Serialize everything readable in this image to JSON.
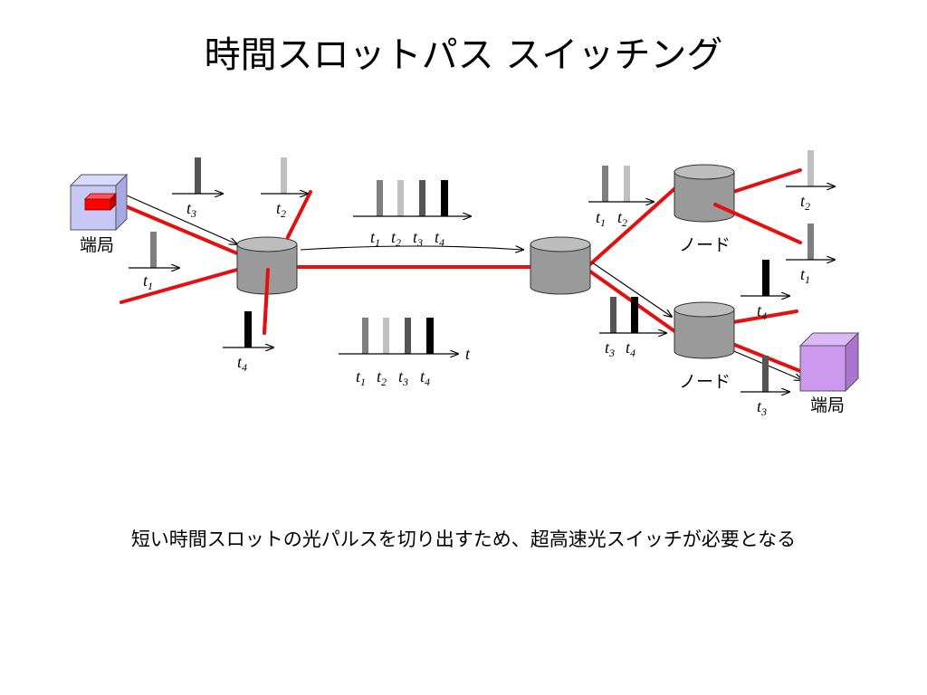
{
  "title": "時間スロットパス スイッチング",
  "caption": "短い時間スロットの光パルスを切り出すため、超高速光スイッチが必要となる",
  "labels": {
    "terminal_left": "端局",
    "terminal_right": "端局",
    "node_top": "ノード",
    "node_bottom": "ノード",
    "time_axis": "t"
  },
  "slots": {
    "t1": {
      "base": "t",
      "sub": "1"
    },
    "t2": {
      "base": "t",
      "sub": "2"
    },
    "t3": {
      "base": "t",
      "sub": "3"
    },
    "t4": {
      "base": "t",
      "sub": "4"
    }
  },
  "colors": {
    "path": "#e41010",
    "t1": "#7f7f7f",
    "t2": "#c0c0c0",
    "t3": "#555555",
    "t4": "#000000",
    "node_fill": "#9a9a9a",
    "terminal_left_fill": "#c8c8f8",
    "terminal_right_fill": "#cc99ee"
  }
}
